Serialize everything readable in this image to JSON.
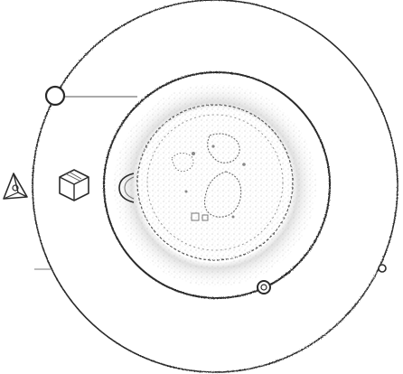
{
  "scene": {
    "rings": [
      {
        "name": "outer-orbit-ring"
      },
      {
        "name": "inner-orbit-ring"
      }
    ],
    "markers": [
      {
        "name": "orbit-node-large",
        "ring": "outer"
      },
      {
        "name": "orbit-node-small",
        "ring": "outer"
      },
      {
        "name": "orbit-node-inner",
        "ring": "inner"
      }
    ],
    "tools": [
      {
        "name": "triangle-prism-icon"
      },
      {
        "name": "cube-icon"
      },
      {
        "name": "arc-icon"
      }
    ],
    "colors": {
      "stroke": "#2a2a2a",
      "texture": "#8c8c8c",
      "background": "#ffffff"
    }
  }
}
